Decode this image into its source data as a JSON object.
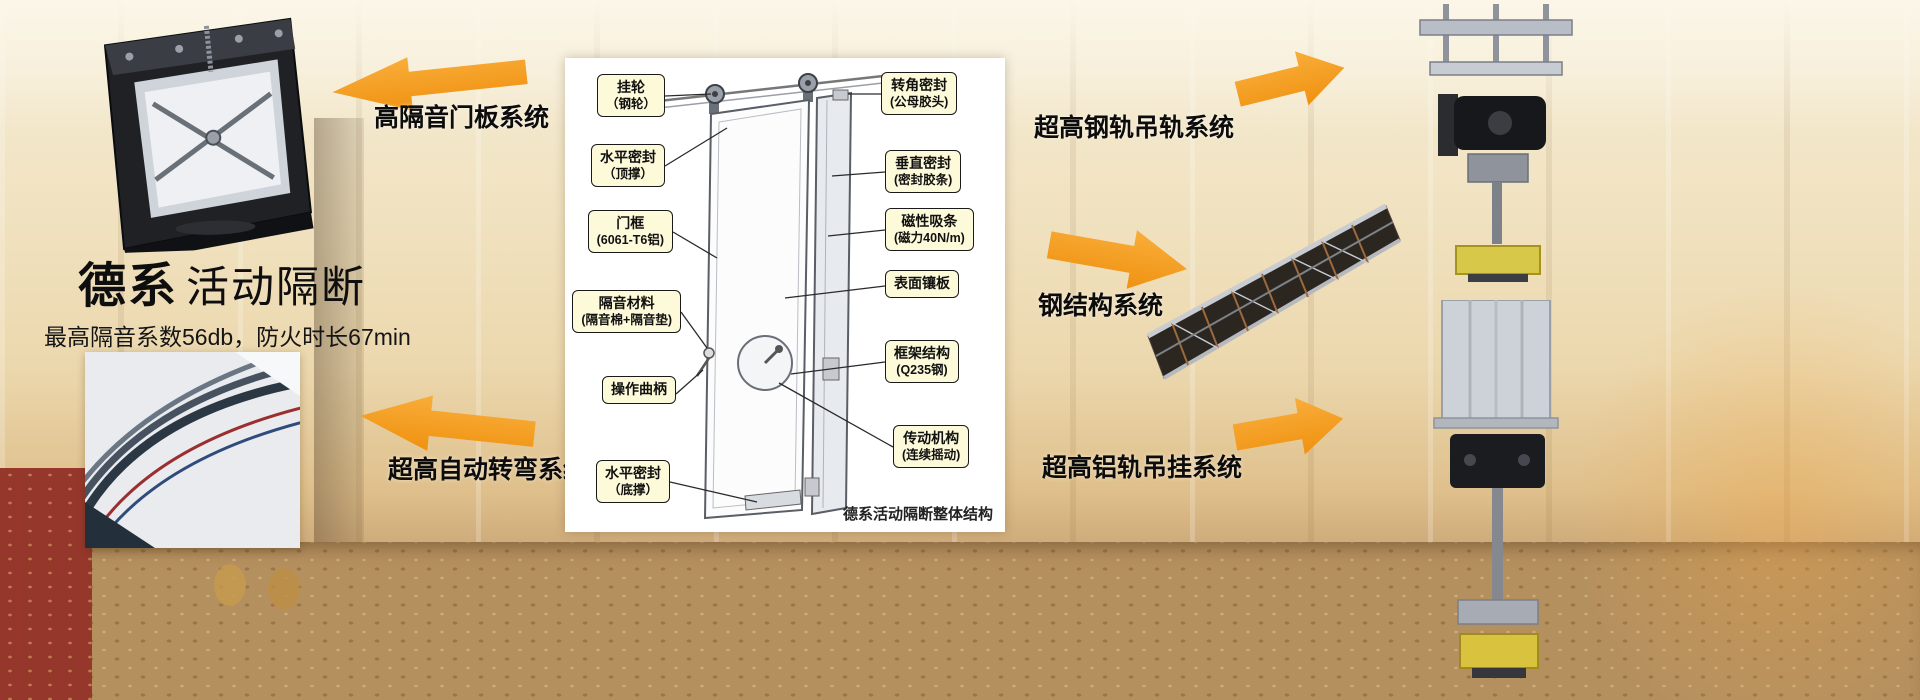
{
  "hero": {
    "title_strong": "德系",
    "title_light": "活动隔断",
    "subtitle": "最高隔音系数56db，防火时长67min"
  },
  "system_labels": {
    "door_panel": "高隔音门板系统",
    "auto_turn": "超高自动转弯系统",
    "steel_rail": "超高钢轨吊轨系统",
    "steel_structure": "钢结构系统",
    "aluminum_rail": "超高铝轨吊挂系统"
  },
  "diagram": {
    "caption": "德系活动隔断整体结构",
    "callouts_left": [
      {
        "line1": "挂轮",
        "line2": "（钢轮）"
      },
      {
        "line1": "水平密封",
        "line2": "（顶撑）"
      },
      {
        "line1": "门框",
        "line2": "(6061-T6铝)"
      },
      {
        "line1": "隔音材料",
        "line2": "(隔音棉+隔音垫)"
      },
      {
        "line1": "操作曲柄",
        "line2": ""
      },
      {
        "line1": "水平密封",
        "line2": "（底撑）"
      }
    ],
    "callouts_right": [
      {
        "line1": "转角密封",
        "line2": "(公母胶头)"
      },
      {
        "line1": "垂直密封",
        "line2": "(密封胶条)"
      },
      {
        "line1": "磁性吸条",
        "line2": "(磁力40N/m)"
      },
      {
        "line1": "表面镶板",
        "line2": ""
      },
      {
        "line1": "框架结构",
        "line2": "(Q235钢)"
      },
      {
        "line1": "传动机构",
        "line2": "(连续摇动)"
      }
    ]
  },
  "colors": {
    "arrow_orange": "#EF9110",
    "callout_bg": "#FDFAD9",
    "callout_border": "#1A1A1A"
  }
}
